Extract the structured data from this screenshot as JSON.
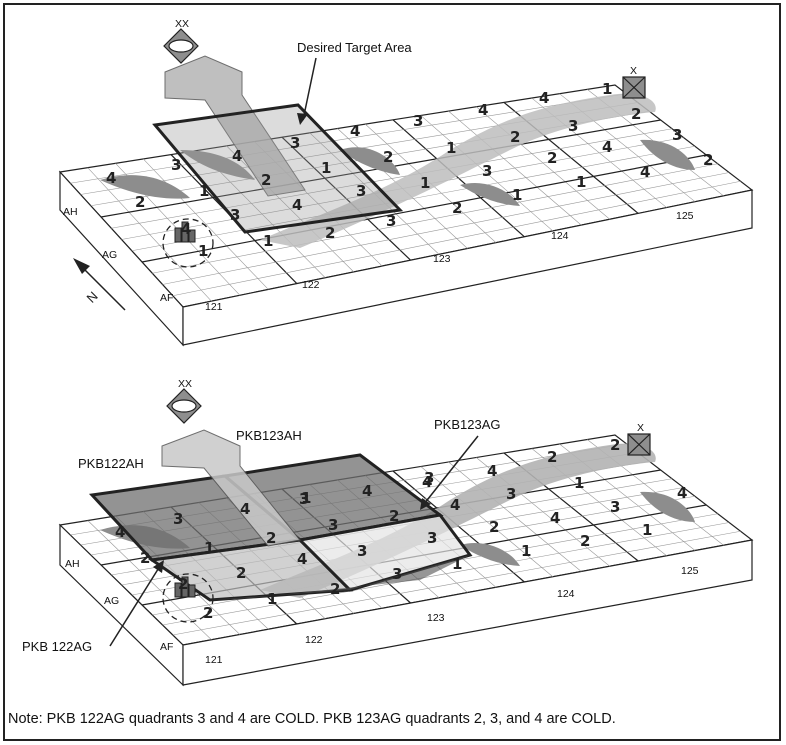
{
  "colors": {
    "ink": "#222222",
    "top_face": "#ffffff",
    "grid": "#9a9a9a",
    "shade_light": "#d9d9d9",
    "shade_mid": "#a8a8a8",
    "shade_dark": "#6e6e6e"
  },
  "icons": [
    "diamond-oval-symbol",
    "boxed-x-symbol",
    "building-cluster",
    "north-arrow"
  ],
  "panels": [
    {
      "xx_label": "XX",
      "x_label": "X",
      "callouts": [
        "Desired Target Area"
      ],
      "rows": [
        "AH",
        "AG",
        "AF"
      ],
      "columns": [
        "121",
        "122",
        "123",
        "124",
        "125"
      ],
      "north": "N",
      "quadrants": [
        "4",
        "3",
        "2",
        "1",
        "4",
        "3",
        "2",
        "1",
        "3",
        "1",
        "2",
        "4",
        "3",
        "2",
        "4",
        "1",
        "3",
        "4",
        "2",
        "1",
        "3",
        "2",
        "1",
        "4",
        "3",
        "1",
        "2",
        "4",
        "3",
        "2",
        "1",
        "4",
        "2",
        "3",
        "4",
        "1",
        "2",
        "4",
        "2"
      ]
    },
    {
      "xx_label": "XX",
      "x_label": "X",
      "callouts": [
        "PKB122AH",
        "PKB123AH",
        "PKB123AG",
        "PKB 122AG"
      ],
      "rows": [
        "AH",
        "AG",
        "AF"
      ],
      "columns": [
        "121",
        "122",
        "123",
        "124",
        "125"
      ],
      "quadrants": [
        "4",
        "3",
        "2",
        "1",
        "4",
        "3",
        "2",
        "3",
        "1",
        "4",
        "3",
        "2",
        "1",
        "2",
        "4",
        "3",
        "4",
        "2",
        "3",
        "1",
        "2",
        "4",
        "3",
        "2",
        "1",
        "3",
        "4",
        "2",
        "1",
        "4",
        "3",
        "1",
        "2",
        "4",
        "2",
        "2",
        "1",
        "4",
        "2"
      ]
    }
  ],
  "note": "Note: PKB 122AG quadrants 3 and 4 are COLD. PKB 123AG quadrants 2, 3, and 4 are COLD."
}
